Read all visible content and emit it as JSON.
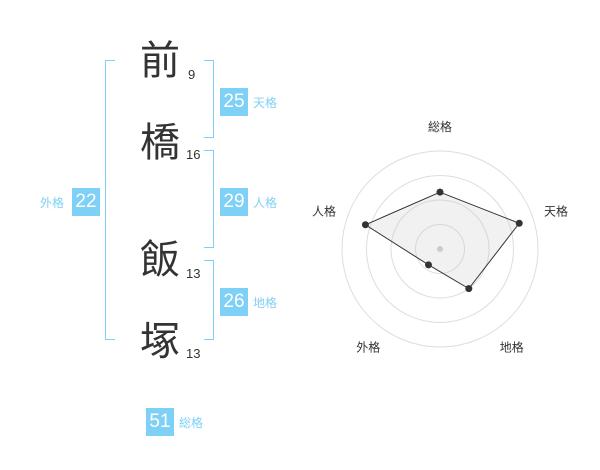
{
  "name": {
    "chars": [
      {
        "char": "前",
        "strokes": "9"
      },
      {
        "char": "橋",
        "strokes": "16"
      },
      {
        "char": "飯",
        "strokes": "13"
      },
      {
        "char": "塚",
        "strokes": "13"
      }
    ]
  },
  "fortune": {
    "tenkaku": {
      "label": "天格",
      "value": "25"
    },
    "jinkaku": {
      "label": "人格",
      "value": "29"
    },
    "chikaku": {
      "label": "地格",
      "value": "26"
    },
    "gaikaku": {
      "label": "外格",
      "value": "22"
    },
    "soukaku": {
      "label": "総格",
      "value": "51"
    }
  },
  "colors": {
    "accent": "#7fd0f6",
    "text": "#333333"
  },
  "chart_data": {
    "type": "radar",
    "axes": [
      "総格",
      "天格",
      "地格",
      "外格",
      "人格"
    ],
    "values": [
      0.58,
      0.85,
      0.5,
      0.2,
      0.8
    ],
    "range": [
      0,
      1
    ],
    "rings": 4
  }
}
